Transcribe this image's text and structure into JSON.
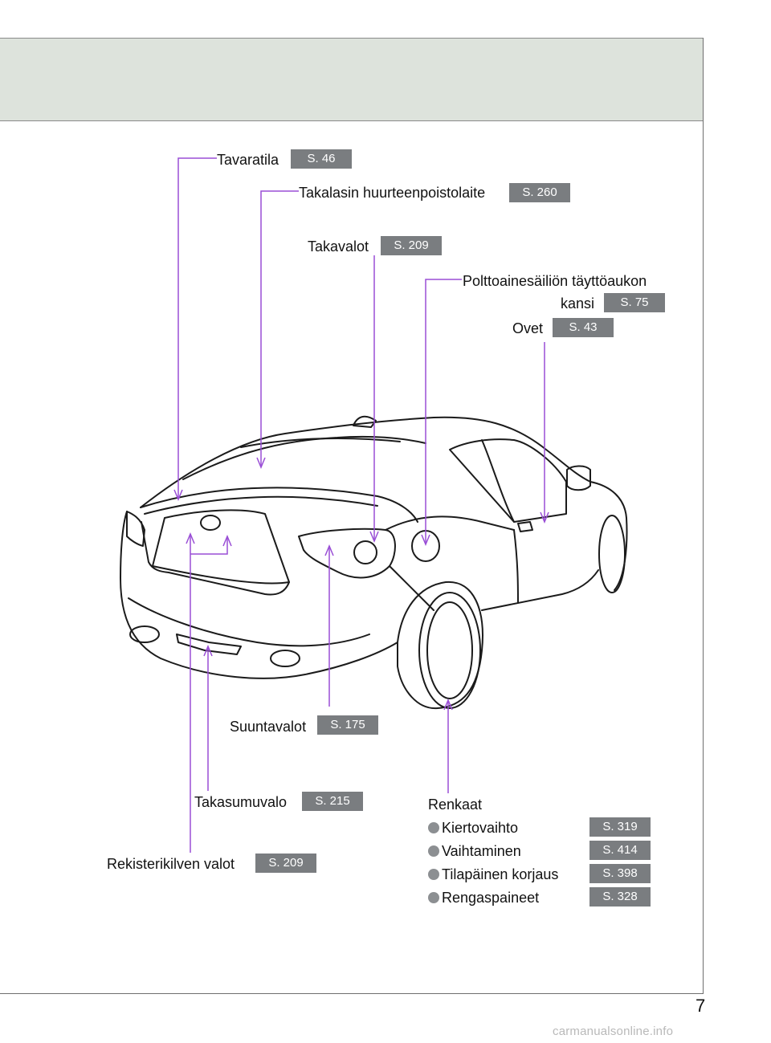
{
  "labels": {
    "tavaratila": "Tavaratila",
    "takalasin": "Takalasin huurteenpoistolaite",
    "takavalot": "Takavalot",
    "polttoaine_1": "Polttoainesäiliön täyttöaukon",
    "polttoaine_2": "kansi",
    "ovet": "Ovet",
    "suuntavalot": "Suuntavalot",
    "takasumuvalo": "Takasumuvalo",
    "rekisterikilven": "Rekisterikilven valot",
    "renkaat": "Renkaat"
  },
  "refs": {
    "tavaratila": "S. 46",
    "takalasin": "S. 260",
    "takavalot": "S. 209",
    "polttoaine": "S. 75",
    "ovet": "S. 43",
    "suuntavalot": "S. 175",
    "takasumuvalo": "S. 215",
    "rekisterikilven": "S. 209"
  },
  "renkaat_items": [
    {
      "label": "Kiertovaihto",
      "ref": "S. 319"
    },
    {
      "label": "Vaihtaminen",
      "ref": "S. 414"
    },
    {
      "label": "Tilapäinen korjaus",
      "ref": "S. 398"
    },
    {
      "label": "Rengaspaineet",
      "ref": "S. 328"
    }
  ],
  "page_number": "7",
  "watermark": "carmanualsonline.info",
  "colors": {
    "leader_line": "#9a4fd6",
    "badge": "#7a7d80",
    "header_band": "#dde3dc"
  }
}
